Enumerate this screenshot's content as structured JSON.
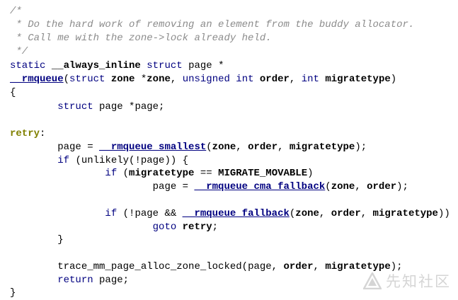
{
  "editor": {
    "lines": [
      {
        "indent": "",
        "tokens": [
          {
            "t": "/*",
            "k": "comment"
          }
        ]
      },
      {
        "indent": " ",
        "tokens": [
          {
            "t": "* Do the hard work of removing an element from the buddy allocator.",
            "k": "comment"
          }
        ]
      },
      {
        "indent": " ",
        "tokens": [
          {
            "t": "* Call me with the zone->lock already held.",
            "k": "comment"
          }
        ]
      },
      {
        "indent": " ",
        "tokens": [
          {
            "t": "*/",
            "k": "comment"
          }
        ]
      },
      {
        "indent": "",
        "tokens": [
          {
            "t": "static ",
            "k": "keyword"
          },
          {
            "t": "__always_inline",
            "k": "bold"
          },
          {
            "t": " struct ",
            "k": "keyword"
          },
          {
            "t": "page *",
            "k": "plain"
          }
        ]
      },
      {
        "indent": "",
        "tokens": [
          {
            "t": "__rmqueue",
            "k": "fn"
          },
          {
            "t": "(",
            "k": "punct"
          },
          {
            "t": "struct ",
            "k": "keyword"
          },
          {
            "t": "zone",
            "k": "bold"
          },
          {
            "t": " *",
            "k": "plain"
          },
          {
            "t": "zone",
            "k": "bold"
          },
          {
            "t": ", ",
            "k": "plain"
          },
          {
            "t": "unsigned int ",
            "k": "keyword"
          },
          {
            "t": "order",
            "k": "bold"
          },
          {
            "t": ", ",
            "k": "plain"
          },
          {
            "t": "int ",
            "k": "keyword"
          },
          {
            "t": "migratetype",
            "k": "bold"
          },
          {
            "t": ")",
            "k": "punct"
          }
        ]
      },
      {
        "indent": "",
        "tokens": [
          {
            "t": "{",
            "k": "punct"
          }
        ]
      },
      {
        "indent": "        ",
        "tokens": [
          {
            "t": "struct ",
            "k": "keyword"
          },
          {
            "t": "page *page;",
            "k": "plain"
          }
        ]
      },
      {
        "indent": "",
        "tokens": []
      },
      {
        "indent": "",
        "tokens": [
          {
            "t": "retry",
            "k": "label"
          },
          {
            "t": ":",
            "k": "plain"
          }
        ]
      },
      {
        "indent": "        ",
        "tokens": [
          {
            "t": "page = ",
            "k": "plain"
          },
          {
            "t": "__rmqueue_smallest",
            "k": "fn"
          },
          {
            "t": "(",
            "k": "punct"
          },
          {
            "t": "zone",
            "k": "bold"
          },
          {
            "t": ", ",
            "k": "plain"
          },
          {
            "t": "order",
            "k": "bold"
          },
          {
            "t": ", ",
            "k": "plain"
          },
          {
            "t": "migratetype",
            "k": "bold"
          },
          {
            "t": ");",
            "k": "punct"
          }
        ]
      },
      {
        "indent": "        ",
        "tokens": [
          {
            "t": "if ",
            "k": "keyword"
          },
          {
            "t": "(unlikely(!page)) {",
            "k": "plain"
          }
        ]
      },
      {
        "indent": "                ",
        "tokens": [
          {
            "t": "if ",
            "k": "keyword"
          },
          {
            "t": "(",
            "k": "punct"
          },
          {
            "t": "migratetype",
            "k": "bold"
          },
          {
            "t": " == ",
            "k": "plain"
          },
          {
            "t": "MIGRATE_MOVABLE",
            "k": "macro"
          },
          {
            "t": ")",
            "k": "punct"
          }
        ]
      },
      {
        "indent": "                        ",
        "tokens": [
          {
            "t": "page = ",
            "k": "plain"
          },
          {
            "t": "__rmqueue_cma_fallback",
            "k": "fn"
          },
          {
            "t": "(",
            "k": "punct"
          },
          {
            "t": "zone",
            "k": "bold"
          },
          {
            "t": ", ",
            "k": "plain"
          },
          {
            "t": "order",
            "k": "bold"
          },
          {
            "t": ");",
            "k": "punct"
          }
        ]
      },
      {
        "indent": "",
        "tokens": []
      },
      {
        "indent": "                ",
        "tokens": [
          {
            "t": "if ",
            "k": "keyword"
          },
          {
            "t": "(!page && ",
            "k": "plain"
          },
          {
            "t": "__rmqueue_fallback",
            "k": "fn"
          },
          {
            "t": "(",
            "k": "punct"
          },
          {
            "t": "zone",
            "k": "bold"
          },
          {
            "t": ", ",
            "k": "plain"
          },
          {
            "t": "order",
            "k": "bold"
          },
          {
            "t": ", ",
            "k": "plain"
          },
          {
            "t": "migratetype",
            "k": "bold"
          },
          {
            "t": "))",
            "k": "punct"
          }
        ]
      },
      {
        "indent": "                        ",
        "tokens": [
          {
            "t": "goto ",
            "k": "keyword"
          },
          {
            "t": "retry",
            "k": "bold"
          },
          {
            "t": ";",
            "k": "punct"
          }
        ]
      },
      {
        "indent": "        ",
        "tokens": [
          {
            "t": "}",
            "k": "punct"
          }
        ]
      },
      {
        "indent": "",
        "tokens": []
      },
      {
        "indent": "        ",
        "tokens": [
          {
            "t": "trace_mm_page_alloc_zone_locked(page, ",
            "k": "plain"
          },
          {
            "t": "order",
            "k": "bold"
          },
          {
            "t": ", ",
            "k": "plain"
          },
          {
            "t": "migratetype",
            "k": "bold"
          },
          {
            "t": ");",
            "k": "punct"
          }
        ]
      },
      {
        "indent": "        ",
        "tokens": [
          {
            "t": "return ",
            "k": "keyword"
          },
          {
            "t": "page;",
            "k": "plain"
          }
        ]
      },
      {
        "indent": "",
        "tokens": [
          {
            "t": "}",
            "k": "punct"
          }
        ]
      }
    ]
  },
  "watermark": {
    "text": "先知社区"
  }
}
